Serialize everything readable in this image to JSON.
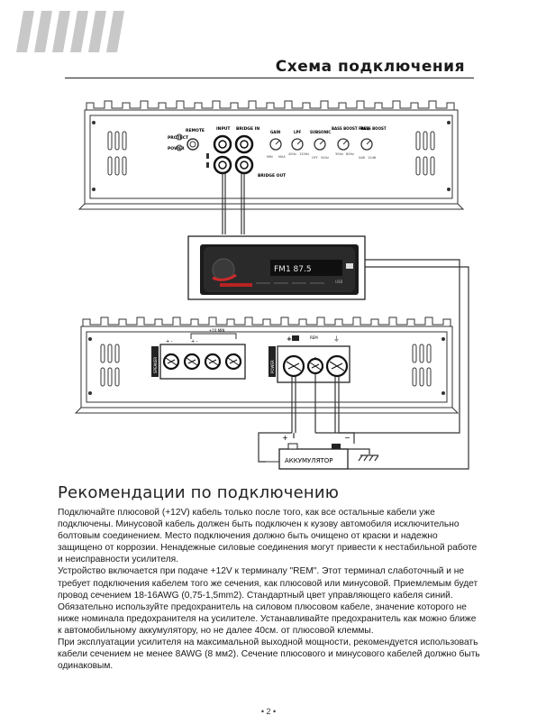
{
  "header": {
    "title": "Схема подключения"
  },
  "diagram": {
    "amp_top": {
      "protect_label": "PROTECT",
      "power_label": "POWER",
      "remote_label": "REMOTE",
      "input_label": "INPUT",
      "bridge_in_label": "BRIDGE IN",
      "bridge_out_label": "BRIDGE OUT",
      "knobs": [
        {
          "label": "GAIN",
          "min": "MIN",
          "max": "MAX"
        },
        {
          "label": "LPF",
          "min": "40Hz",
          "max": "120Hz"
        },
        {
          "label": "SUBSONIC",
          "min": "OFF",
          "max": "50Hz"
        },
        {
          "label": "BASS BOOST FREQ",
          "min": "30Hz",
          "max": "80Hz"
        },
        {
          "label": "BASS BOOST",
          "min": "0dB",
          "max": "12dB"
        }
      ]
    },
    "head_unit": {
      "display_text": "FM1 87.5"
    },
    "amp_bottom": {
      "speaker_label": "SPEAKER",
      "power_label": "POWER",
      "bridge_note": "+10 MIN",
      "plus_label": "+",
      "minus_label": "−",
      "rem_label": "REM",
      "ground_label": "⏚",
      "fuse_label": "⊟"
    },
    "battery": {
      "label": "АККУМУЛЯТОР",
      "plus": "+",
      "minus": "−"
    }
  },
  "section": {
    "title": "Рекомендации по подключению"
  },
  "paragraphs": [
    "Подключайте плюсовой (+12V) кабель только после того, как все остальные кабели уже подключены.  Минусовой кабель должен быть подключен к кузову автомобиля исключительно болтовым соединением. Место подключения должно быть очищено от краски и надежно защищено от коррозии. Ненадежные силовые соединения могут привести к нестабильной работе и неисправности усилителя.",
    "Устройство включается при подаче +12V к терминалу \"REM\". Этот терминал слаботочный и не требует подключения кабелем того же сечения, как плюсовой или минусовой. Приемлемым будет провод сечением 18-16AWG (0,75-1,5mm2). Стандартный цвет управляющего кабеля синий.",
    "Обязательно используйте предохранитель на силовом плюсовом кабеле, значение которого не ниже номинала предохранителя на усилителе. Устанавливайте предохранитель как можно ближе к автомобильному аккумулятору, но не далее 40см. от плюсовой клеммы.",
    "При эксплуатации усилителя на максимальной выходной мощности, рекомендуется использовать кабели сечением не менее 8AWG (8 мм2). Сечение плюсового и минусового кабелей должно быть одинаковым."
  ],
  "footer": {
    "page_number": "• 2 •"
  }
}
